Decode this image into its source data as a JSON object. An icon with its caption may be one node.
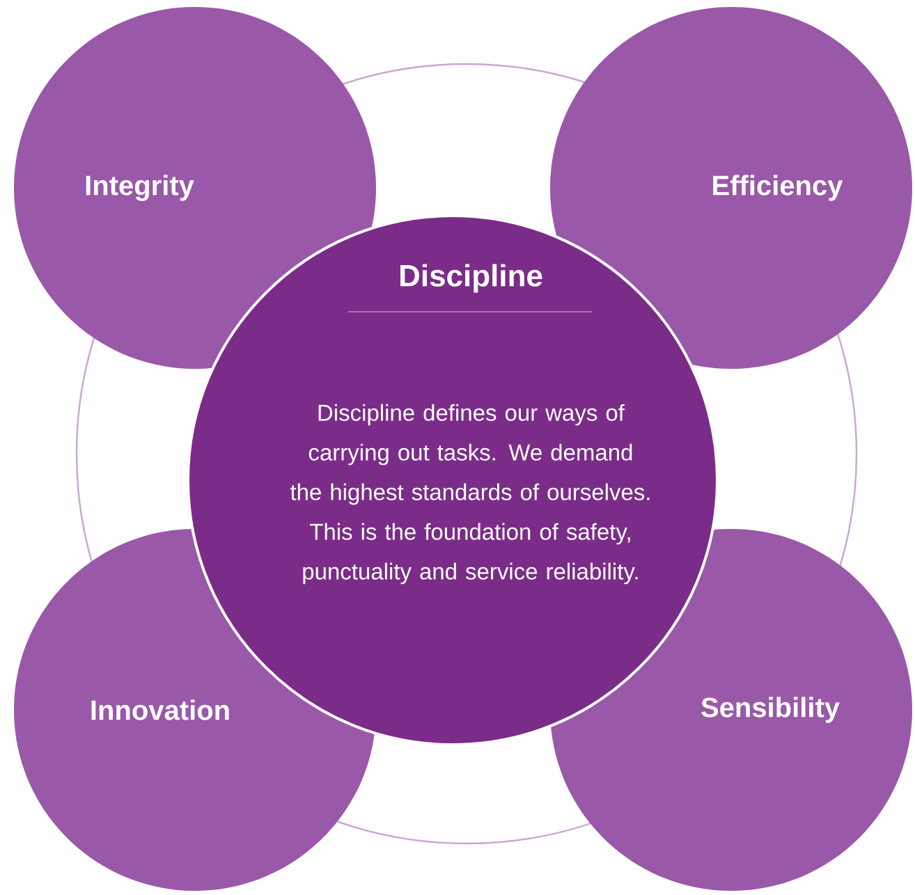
{
  "diagram": {
    "nodes": [
      {
        "text": [
          "Integrity"
        ]
      },
      {
        "text": [
          "Efficiency"
        ]
      },
      {
        "text": [
          "Discipline",
          "Discipline defines our ways of carrying out tasks. We demand the highest standards of ourselves. This is the foundation of safety, punctuality and service reliability."
        ]
      },
      {
        "text": [
          "Innovation"
        ]
      },
      {
        "text": [
          "Sensibility"
        ]
      }
    ]
  }
}
